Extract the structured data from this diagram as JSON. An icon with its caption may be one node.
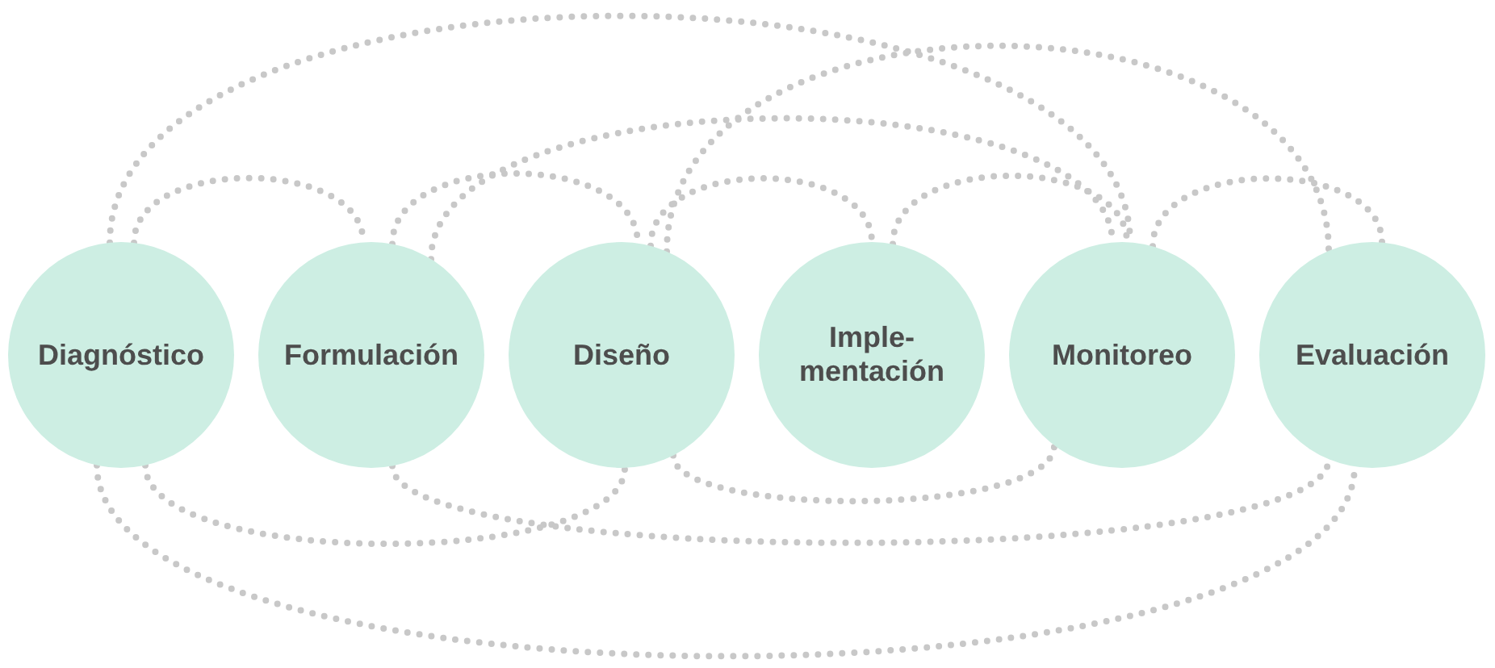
{
  "diagram": {
    "nodes": [
      {
        "text": [
          "Diagnóstico"
        ]
      },
      {
        "text": [
          "Formulación"
        ]
      },
      {
        "text": [
          "Diseño"
        ]
      },
      {
        "text": [
          "Imple- mentación"
        ]
      },
      {
        "text": [
          "Monitoreo"
        ]
      },
      {
        "text": [
          "Evaluación"
        ]
      }
    ],
    "edges": [
      {
        "from": 0,
        "to": 4,
        "arrow": "none"
      },
      {
        "from": 0,
        "to": 1,
        "arrow": "none"
      },
      {
        "from": 1,
        "to": 2,
        "arrow": "none"
      },
      {
        "from": 1,
        "to": 4,
        "arrow": "none"
      },
      {
        "from": 2,
        "to": 3,
        "arrow": "none"
      },
      {
        "from": 2,
        "to": 5,
        "arrow": "none"
      },
      {
        "from": 3,
        "to": 4,
        "arrow": "none"
      },
      {
        "from": 4,
        "to": 5,
        "arrow": "none"
      },
      {
        "from": 0,
        "to": 5,
        "arrow": "none"
      },
      {
        "from": 0,
        "to": 2,
        "arrow": "none"
      },
      {
        "from": 1,
        "to": 5,
        "arrow": "none"
      },
      {
        "from": 2,
        "to": 4,
        "arrow": "none"
      }
    ]
  }
}
